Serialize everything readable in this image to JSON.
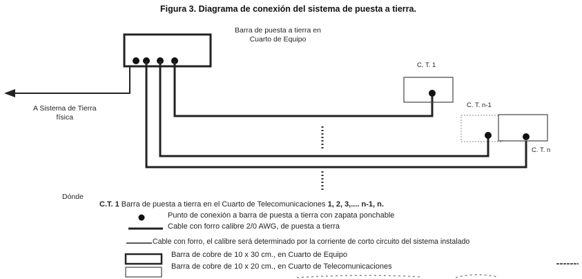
{
  "title": "Figura 3. Diagrama de conexión del sistema de puesta a tierra.",
  "labels": {
    "equipment_bar_line1": "Barra de puesta a tierra en",
    "equipment_bar_line2": "Cuarto de Equipo",
    "earth_line1": "A Sistema de Tierra",
    "earth_line2": "física",
    "ct1": "C. T. 1",
    "ctn1": "C. T. n-1",
    "ctn": "C. T. n",
    "donde": "Dónde"
  },
  "legend": {
    "ct_key": "C.T. 1",
    "ct_text_a": " Barra de puesta a tierra en el Cuarto de Telecomunicaciones ",
    "ct_numbers": "1, 2, 3,.... n-1,  n.",
    "dot_text": "Punto de conexión a barra de puesta a tierra con zapata  ponchable",
    "thick_text": "Cable con forro calibre 2/0 AWG, de puesta a tierra",
    "thin_text": "Cable  con forro, el calibre será determinado por la corriente de corto circuito del sistema  instalado",
    "big_bar_text": "Barra de cobre de 10 x 30 cm., en Cuarto de Equipo",
    "small_bar_text": "Barra de cobre de 10 x 20 cm., en Cuarto de Telecomunicaciones"
  }
}
